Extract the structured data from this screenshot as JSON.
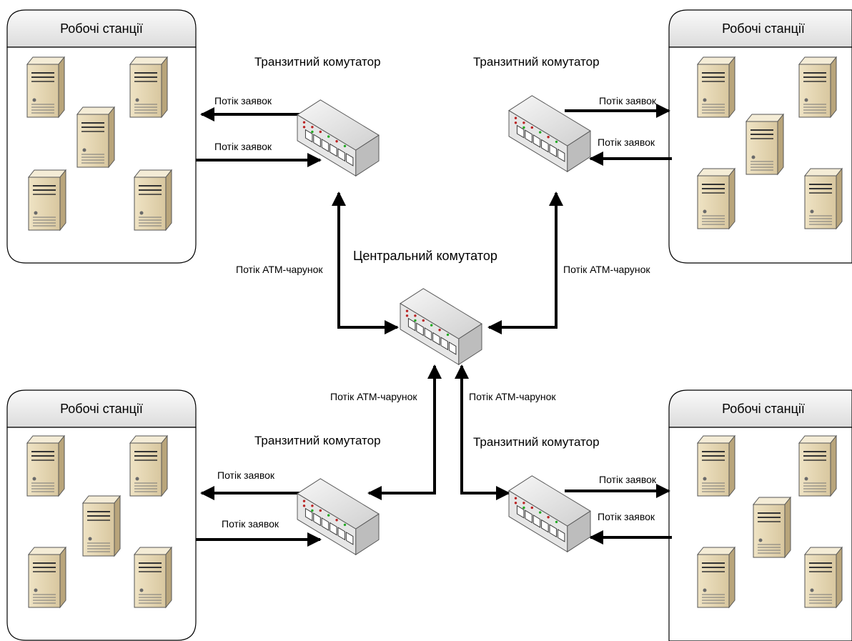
{
  "diagram": {
    "workstation_groups": [
      {
        "id": "ws-top-left",
        "title": "Робочі станції"
      },
      {
        "id": "ws-top-right",
        "title": "Робочі станції"
      },
      {
        "id": "ws-bottom-left",
        "title": "Робочі станції"
      },
      {
        "id": "ws-bottom-right",
        "title": "Робочі станції"
      }
    ],
    "central_switch": {
      "label": "Центральний комутатор"
    },
    "transit_switches": [
      {
        "id": "transit-top-left",
        "label": "Транзитний комутатор"
      },
      {
        "id": "transit-top-right",
        "label": "Транзитний комутатор"
      },
      {
        "id": "transit-bottom-left",
        "label": "Транзитний комутатор"
      },
      {
        "id": "transit-bottom-right",
        "label": "Транзитний комутатор"
      }
    ],
    "request_flow_labels": {
      "top_left_out": "Потік заявок",
      "top_left_in": "Потік заявок",
      "top_right_out": "Потік заявок",
      "top_right_in": "Потік заявок",
      "bottom_left_out": "Потік заявок",
      "bottom_left_in": "Потік заявок",
      "bottom_right_out": "Потік заявок",
      "bottom_right_in": "Потік заявок"
    },
    "atm_flow_labels": {
      "top_left": "Потік АТМ-чарунок",
      "top_right": "Потік АТМ-чарунок",
      "bottom_left": "Потік АТМ-чарунок",
      "bottom_right": "Потік АТМ-чарунок"
    },
    "colors": {
      "box_header": "#e8e8e8",
      "server_body": "#e2d4b2",
      "switch_body": "#ececec",
      "line": "#000000"
    }
  }
}
